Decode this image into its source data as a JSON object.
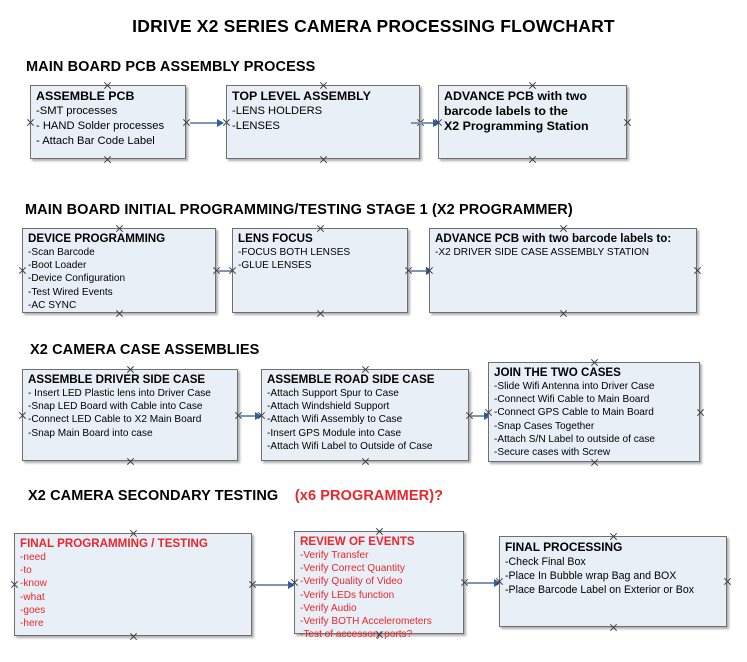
{
  "title": "IDRIVE X2  SERIES CAMERA PROCESSING FLOWCHART",
  "colors": {
    "box_fill": "#e9eff7",
    "box_border": "#6f6f6f",
    "red_text": "#e8272c",
    "arrow_line": "#7c96b4",
    "arrow_head": "#2f5fa8",
    "black_text": "#000000"
  },
  "sections": [
    {
      "heading": "MAIN BOARD PCB ASSEMBLY PROCESS",
      "heading_red": "",
      "nodes": [
        {
          "header": "ASSEMBLE PCB",
          "lines": [
            "-SMT processes",
            "- HAND Solder processes",
            "- Attach Bar Code Label"
          ]
        },
        {
          "header": "TOP LEVEL ASSEMBLY",
          "lines": [
            "-LENS HOLDERS",
            "-LENSES"
          ]
        },
        {
          "header": "ADVANCE PCB with two",
          "lines": [
            "barcode labels to the",
            " X2 Programming Station"
          ]
        }
      ]
    },
    {
      "heading": "MAIN BOARD INITIAL PROGRAMMING/TESTING STAGE 1 (X2 PROGRAMMER)",
      "heading_red": "",
      "nodes": [
        {
          "header": "DEVICE PROGRAMMING",
          "lines": [
            "-Scan Barcode",
            "-Boot Loader",
            "-Device Configuration",
            "-Test Wired Events",
            "-AC SYNC"
          ]
        },
        {
          "header": "LENS FOCUS",
          "lines": [
            "-FOCUS BOTH LENSES",
            "-GLUE LENSES"
          ]
        },
        {
          "header": "ADVANCE PCB with two barcode labels to:",
          "lines": [
            "-X2 DRIVER  SIDE  CASE  ASSEMBLY STATION"
          ]
        }
      ]
    },
    {
      "heading": "X2 CAMERA CASE ASSEMBLIES",
      "heading_red": "",
      "nodes": [
        {
          "header": "ASSEMBLE DRIVER SIDE CASE",
          "lines": [
            "- Insert LED Plastic lens into Driver Case",
            "-Snap LED Board with Cable into Case",
            "-Connect LED Cable to X2 Main Board",
            "-Snap Main Board into case"
          ]
        },
        {
          "header": "ASSEMBLE ROAD SIDE CASE",
          "lines": [
            "-Attach Support Spur to Case",
            "-Attach Windshield Support",
            "-Attach Wifi Assembly to Case",
            "-Insert GPS Module into Case",
            "-Attach Wifi Label to Outside of Case"
          ]
        },
        {
          "header": "JOIN THE TWO CASES",
          "lines": [
            "-Slide Wifi Antenna into Driver Case",
            "-Connect Wifi Cable to Main Board",
            "-Connect GPS Cable to Main Board",
            "-Snap Cases Together",
            "-Attach S/N Label to outside of case",
            "-Secure cases with Screw"
          ]
        }
      ]
    },
    {
      "heading": "X2 CAMERA SECONDARY TESTING",
      "heading_red": "(x6 PROGRAMMER)?",
      "nodes": [
        {
          "header": "FINAL PROGRAMMING / TESTING",
          "lines": [
            "-need",
            "-to",
            "-know",
            "-what",
            "-goes",
            "-here"
          ]
        },
        {
          "header": "REVIEW OF EVENTS",
          "lines": [
            "-Verify Transfer",
            "-Verify Correct Quantity",
            "-Verify Quality of Video",
            "-Verify LEDs function",
            "-Verify Audio",
            "-Verify BOTH Accelerometers",
            "-Test of accessory ports?"
          ]
        },
        {
          "header": "FINAL PROCESSING",
          "lines": [
            " -Check Final Box",
            "-Place In Bubble wrap Bag and BOX",
            "-Place Barcode Label on Exterior or Box"
          ]
        }
      ]
    }
  ]
}
